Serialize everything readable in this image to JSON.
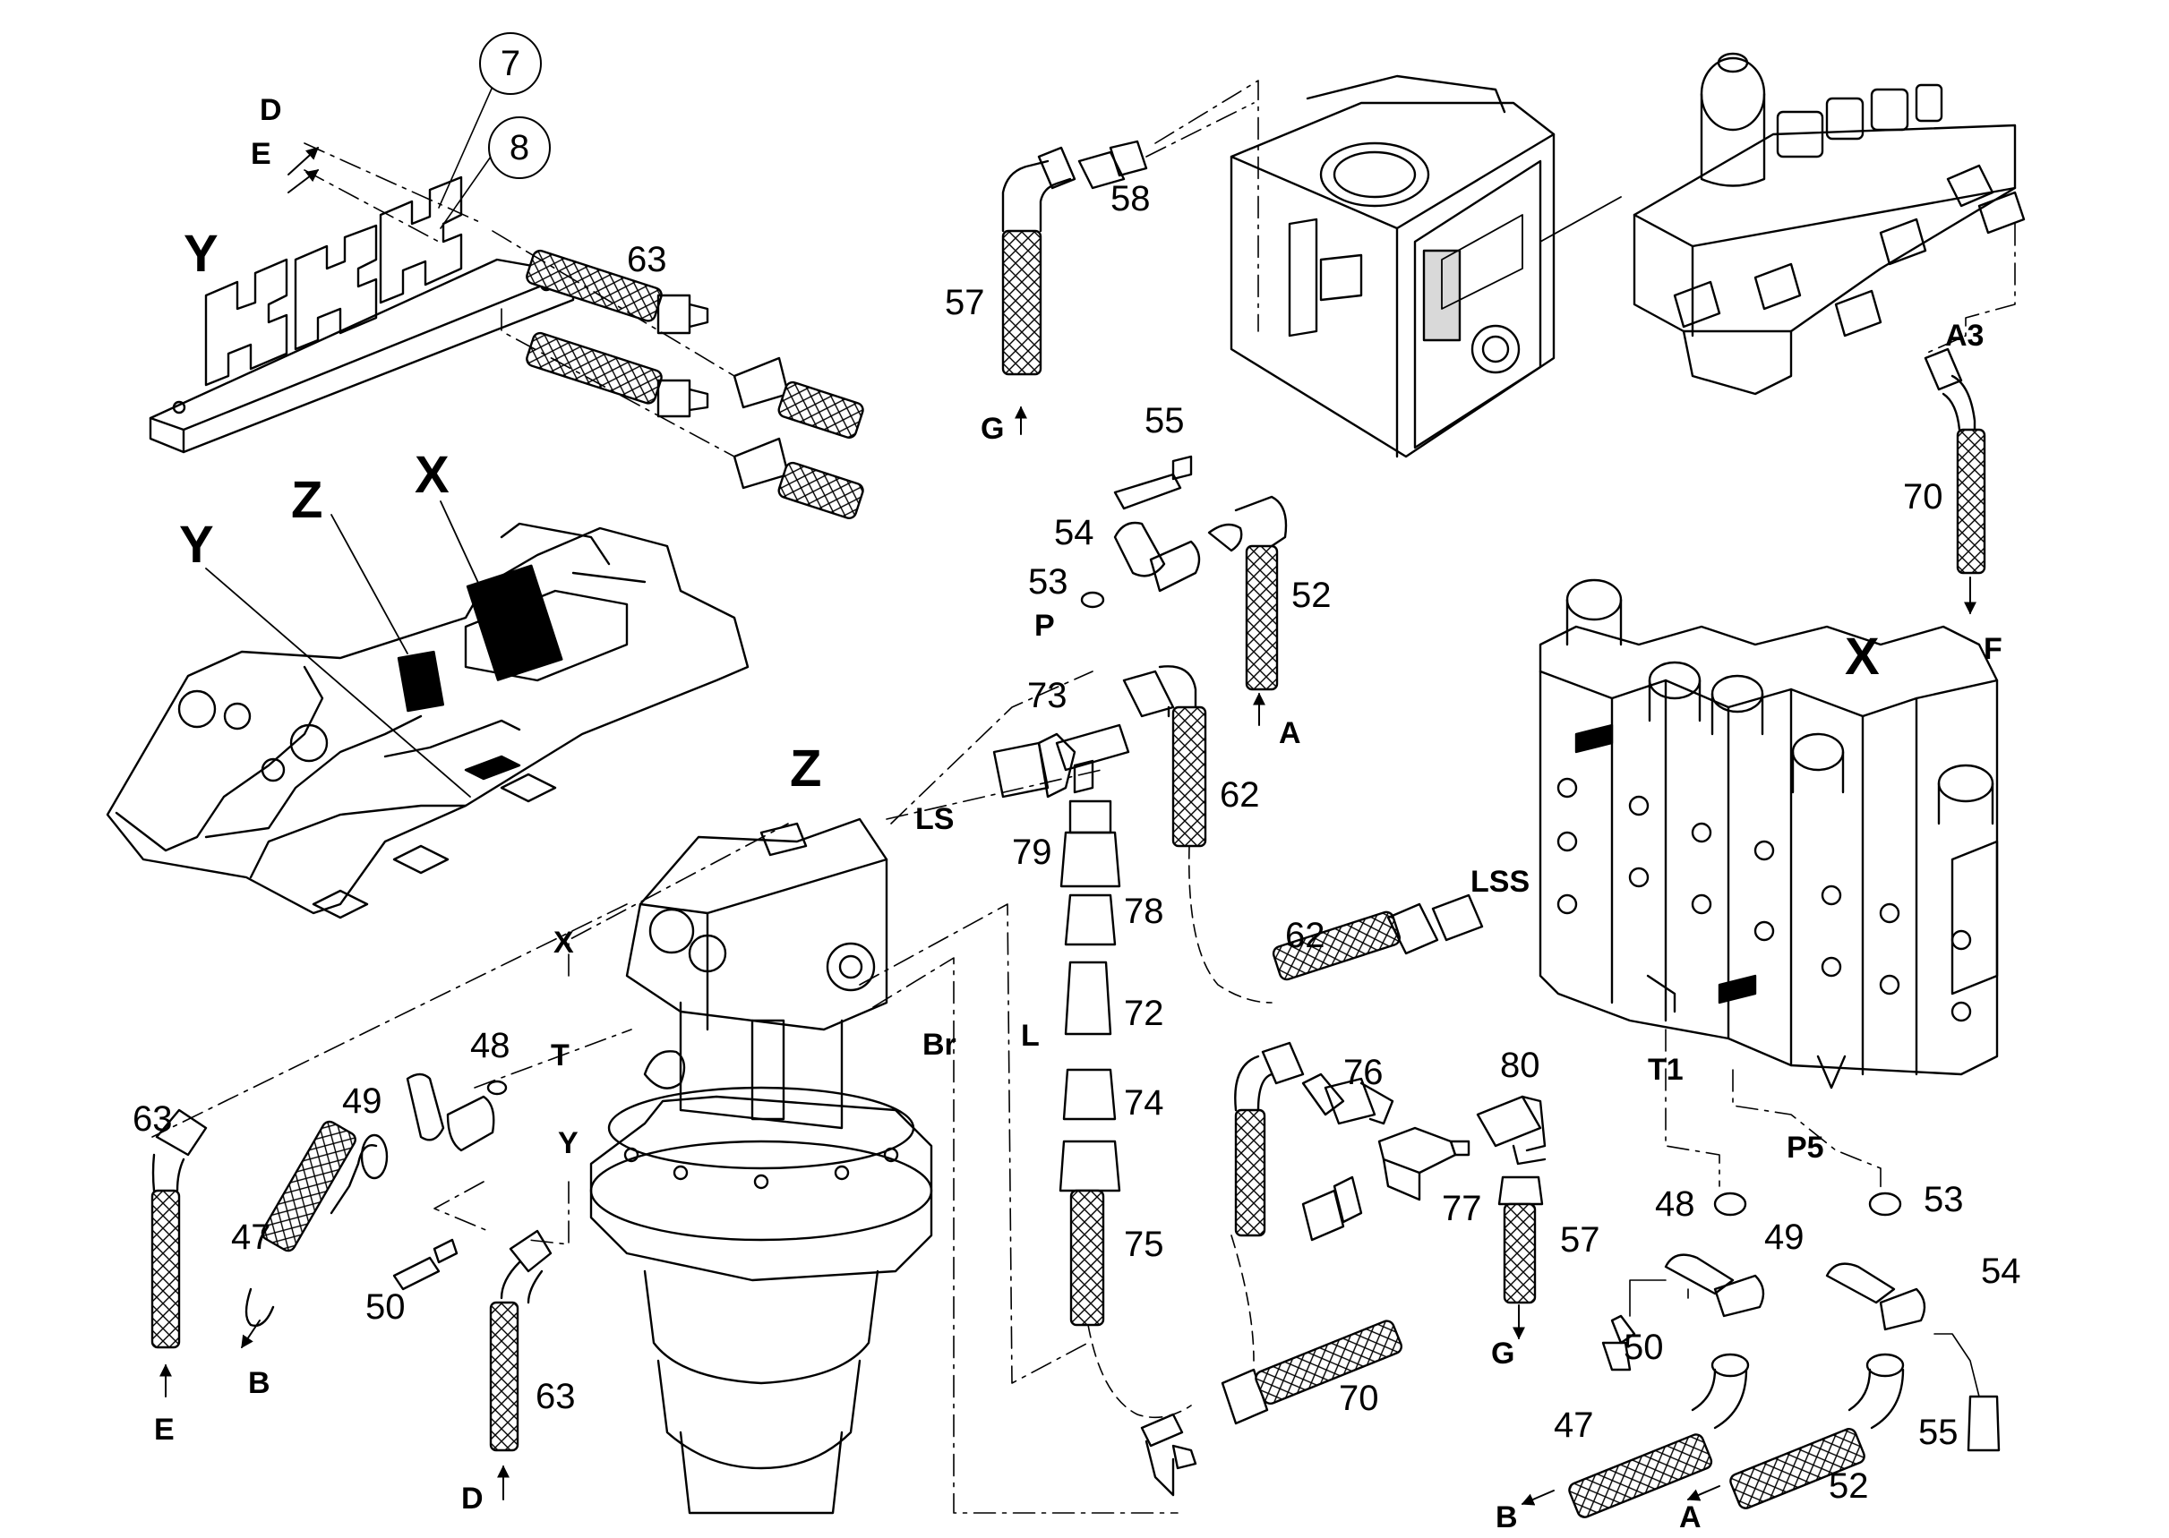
{
  "zones": {
    "x_top": "X",
    "x_right": "X",
    "y_top": "Y",
    "y_mid": "Y",
    "z_top": "Z",
    "z_pump": "Z"
  },
  "callouts": {
    "c7": "7",
    "c8": "8"
  },
  "parts": {
    "p63_top": "63",
    "p57_top": "57",
    "p58": "58",
    "p55_top": "55",
    "p54_top": "54",
    "p53_top": "53",
    "p52_top": "52",
    "p73": "73",
    "p79": "79",
    "p78": "78",
    "p72": "72",
    "p74": "74",
    "p75": "75",
    "p62_a": "62",
    "p62_b": "62",
    "p76": "76",
    "p77": "77",
    "p80": "80",
    "p57_right": "57",
    "p70_right": "70",
    "p70_bottom": "70",
    "p63_left": "63",
    "p49_left": "49",
    "p48_left": "48",
    "p47_left": "47",
    "p50_left": "50",
    "p63_bottom": "63",
    "p48_right": "48",
    "p49_right": "49",
    "p50_right": "50",
    "p47_right": "47",
    "p53_right": "53",
    "p54_right": "54",
    "p55_right": "55",
    "p52_right": "52"
  },
  "ports": {
    "D_top": "D",
    "E_top": "E",
    "G_top": "G",
    "A_top": "A",
    "F": "F",
    "A3": "A3",
    "P": "P",
    "LS": "LS",
    "LSS": "LSS",
    "X_line": "X",
    "T": "T",
    "Y_line": "Y",
    "Br": "Br",
    "L": "L",
    "E_bottom": "E",
    "B_left": "B",
    "D_bottom": "D",
    "G_right": "G",
    "T1": "T1",
    "P5": "P5",
    "B_right": "B",
    "A_right": "A"
  }
}
